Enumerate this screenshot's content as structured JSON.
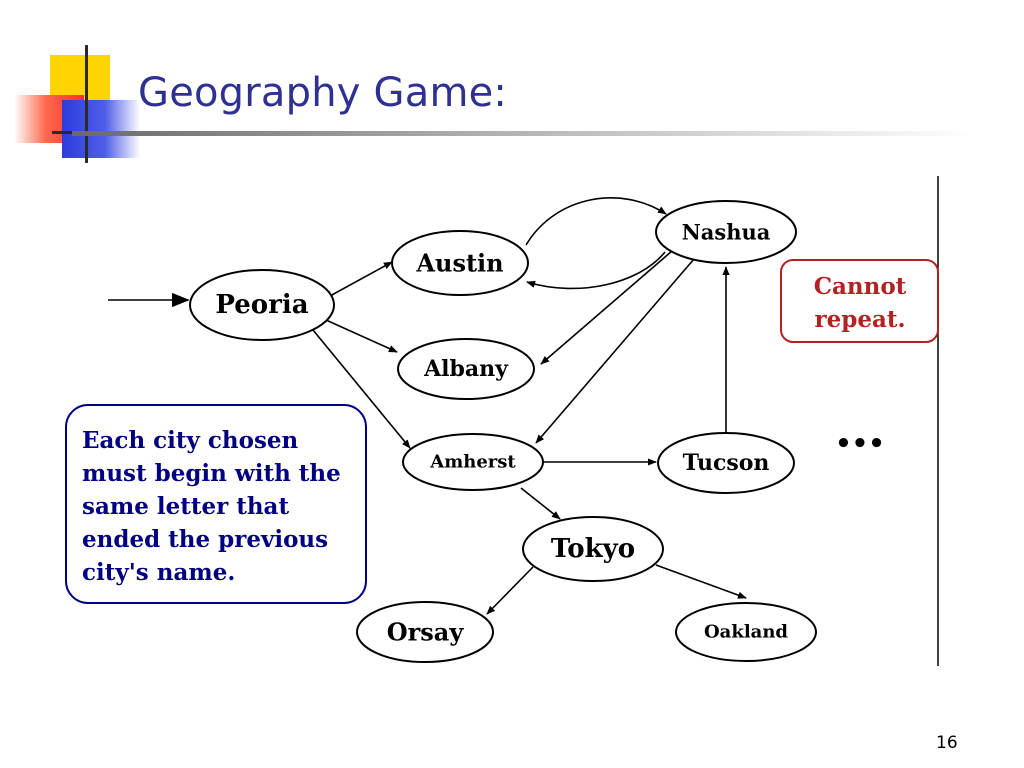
{
  "slide": {
    "title": "Geography Game:",
    "page_number": "16"
  },
  "diagram": {
    "nodes": [
      {
        "id": "peoria",
        "label": "Peoria"
      },
      {
        "id": "austin",
        "label": "Austin"
      },
      {
        "id": "albany",
        "label": "Albany"
      },
      {
        "id": "amherst",
        "label": "Amherst"
      },
      {
        "id": "nashua",
        "label": "Nashua"
      },
      {
        "id": "tucson",
        "label": "Tucson"
      },
      {
        "id": "tokyo",
        "label": "Tokyo"
      },
      {
        "id": "orsay",
        "label": "Orsay"
      },
      {
        "id": "oakland",
        "label": "Oakland"
      }
    ],
    "edges": [
      {
        "from": "start",
        "to": "peoria"
      },
      {
        "from": "peoria",
        "to": "austin"
      },
      {
        "from": "peoria",
        "to": "albany"
      },
      {
        "from": "peoria",
        "to": "amherst"
      },
      {
        "from": "austin",
        "to": "nashua"
      },
      {
        "from": "nashua",
        "to": "austin"
      },
      {
        "from": "nashua",
        "to": "albany"
      },
      {
        "from": "nashua",
        "to": "amherst"
      },
      {
        "from": "amherst",
        "to": "tucson"
      },
      {
        "from": "tucson",
        "to": "nashua"
      },
      {
        "from": "amherst",
        "to": "tokyo"
      },
      {
        "from": "tokyo",
        "to": "orsay"
      },
      {
        "from": "tokyo",
        "to": "oakland"
      }
    ],
    "ellipsis": "•••",
    "rule_note": {
      "lines": [
        "Each city chosen",
        "must begin with the",
        "same letter that",
        "ended the previous",
        "city's name."
      ],
      "color": "#000080"
    },
    "repeat_note": {
      "lines": [
        "Cannot",
        "repeat."
      ],
      "color": "#b22222"
    }
  },
  "colors": {
    "title": "#2e3192",
    "edge": "#000000"
  }
}
